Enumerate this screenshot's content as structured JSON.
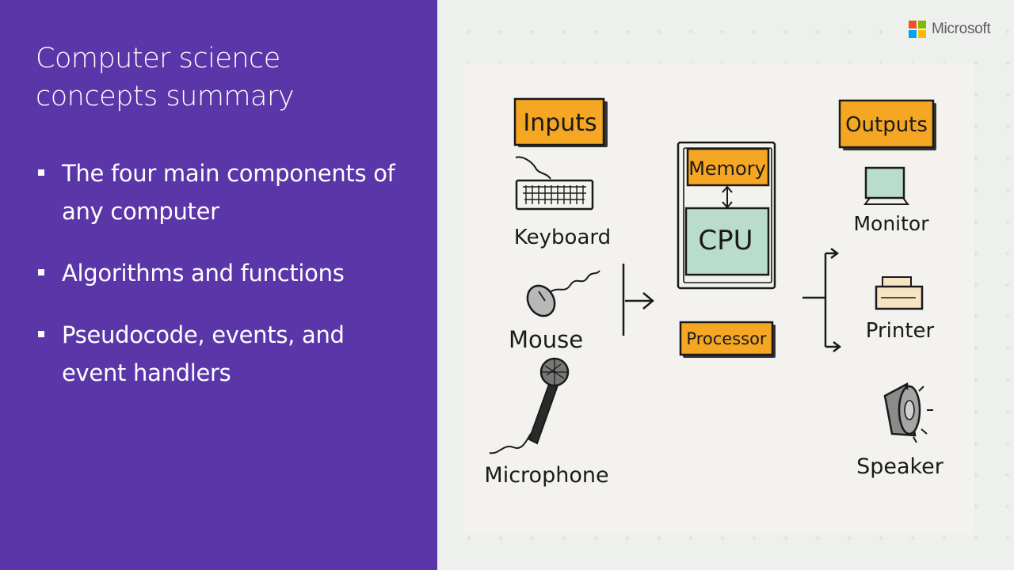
{
  "slide": {
    "title": "Computer science concepts summary",
    "bullets": [
      "The four main components of any computer",
      "Algorithms and functions",
      "Pseudocode, events, and event handlers"
    ]
  },
  "brand": {
    "name": "Microsoft",
    "logo_colors": [
      "#f25022",
      "#7fba00",
      "#00a4ef",
      "#ffb900"
    ]
  },
  "diagram": {
    "inputs_label": "Inputs",
    "outputs_label": "Outputs",
    "memory_label": "Memory",
    "cpu_label": "CPU",
    "processor_label": "Processor",
    "keyboard_label": "Keyboard",
    "mouse_label": "Mouse",
    "microphone_label": "Microphone",
    "monitor_label": "Monitor",
    "printer_label": "Printer",
    "speaker_label": "Speaker",
    "colors": {
      "panel": "#5b36a8",
      "tag_fill": "#f5a623",
      "cpu_fill": "#b9dccd",
      "paper": "#f3f2ee"
    }
  }
}
